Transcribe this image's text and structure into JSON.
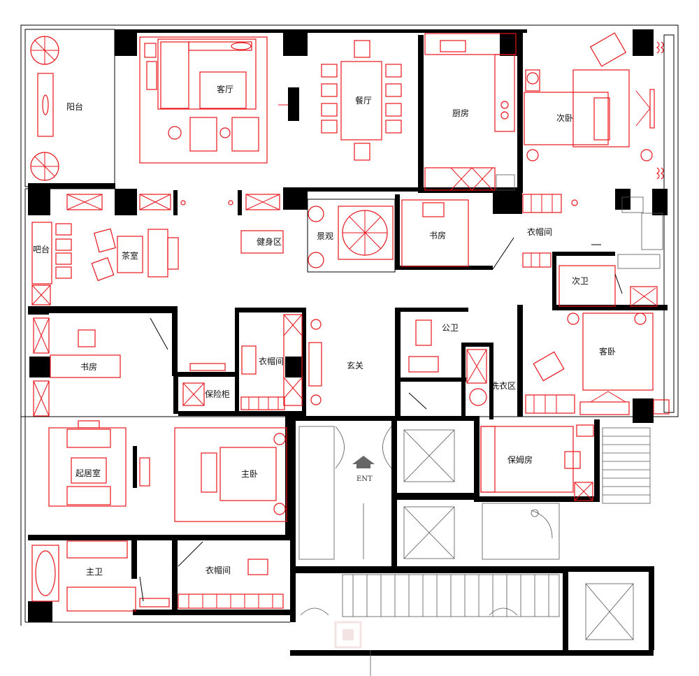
{
  "colors": {
    "furniture": "#e8141b",
    "wall": "#000000",
    "line": "#333333",
    "watermark": "#e9c9c9"
  },
  "rooms": {
    "balcony": "阳台",
    "living_room": "客厅",
    "dining_room": "餐厅",
    "kitchen": "厨房",
    "second_bedroom": "次卧",
    "bar": "吧台",
    "tea_room": "茶室",
    "gym": "健身区",
    "landscape": "景观",
    "study_upper": "书房",
    "cloakroom_upper": "衣帽间",
    "second_bath": "次卫",
    "study_left": "书房",
    "cloakroom_middle": "衣帽间",
    "foyer": "玄关",
    "public_bath": "公卫",
    "guest_bedroom": "客卧",
    "laundry": "洗衣区",
    "safe": "保险柜",
    "sitting_room": "起居室",
    "master_bedroom": "主卧",
    "nanny_room": "保姆房",
    "master_bath": "主卫",
    "cloakroom_lower": "衣帽间"
  },
  "entry_label": "ENT",
  "icons": [
    "entrance-arrow-icon",
    "elevator-x-icon",
    "stair-icon",
    "door-swing-icon",
    "radiator-icon"
  ]
}
